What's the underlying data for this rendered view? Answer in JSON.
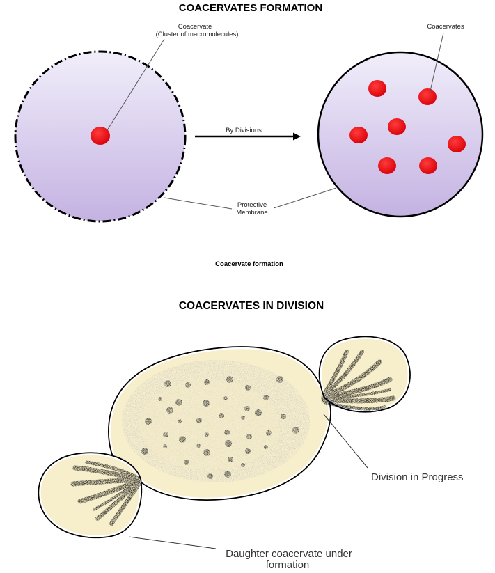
{
  "top_diagram": {
    "title": "COACERVATES FORMATION",
    "label_coacervate_line1": "Coacervate",
    "label_coacervate_line2": "(Cluster of macromolecules)",
    "label_coacervates": "Coacervates",
    "arrow_label": "By Divisions",
    "membrane_line1": "Protective",
    "membrane_line2": "Membrane",
    "caption": "Coacervate formation"
  },
  "bottom_diagram": {
    "title": "COACERVATES IN DIVISION",
    "label_division": "Division in Progress",
    "label_daughter_line1": "Daughter coacervate under",
    "label_daughter_line2": "formation"
  },
  "colors": {
    "cell_fill_top": "#ede9f8",
    "cell_fill_bottom": "#c7b6e3",
    "droplet": "#e8000a",
    "cream": "#f7eecb",
    "stipple": "#bdbdbd"
  }
}
